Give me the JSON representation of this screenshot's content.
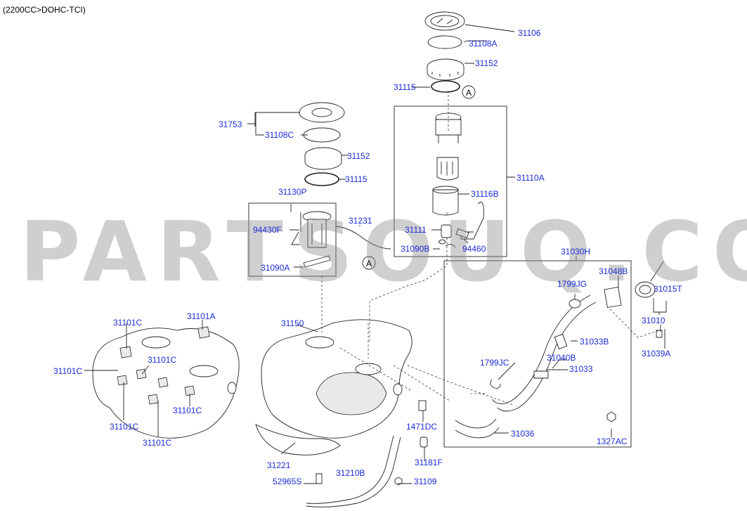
{
  "header": {
    "title": "(2200CC>DOHC-TCI)"
  },
  "watermark": {
    "text": "PARTSOUQ.COM"
  },
  "callouts": {
    "marker_a": "A"
  },
  "labels": {
    "l31106": "31106",
    "l31108A": "31108A",
    "l31152a": "31152",
    "l31115a": "31115",
    "l31753": "31753",
    "l31108C": "31108C",
    "l31152b": "31152",
    "l31115b": "31115",
    "l31110A": "31110A",
    "l31116B": "31116B",
    "l31111": "31111",
    "l31090B": "31090B",
    "l94460": "94460",
    "l31130P": "31130P",
    "l31231": "31231",
    "l94430F": "94430F",
    "l31090A": "31090A",
    "l31030H": "31030H",
    "l31048B": "31048B",
    "l1799JGa": "1799JG",
    "l31015T": "31015T",
    "l31010": "31010",
    "l31039A": "31039A",
    "l31033B": "31033B",
    "l31040B": "31040B",
    "l1799JC": "1799JC",
    "l31033": "31033",
    "l31036": "31036",
    "l1327AC": "1327AC",
    "l1471DC": "1471DC",
    "l31181F": "31181F",
    "l31109": "31109",
    "l31210B": "31210B",
    "l52965S": "52965S",
    "l31221": "31221",
    "l31150": "31150",
    "l31101A": "31101A",
    "l31101Ca": "31101C",
    "l31101Cb": "31101C",
    "l31101Cc": "31101C",
    "l31101Cd": "31101C",
    "l31101Ce": "31101C",
    "l31101Cf": "31101C"
  }
}
